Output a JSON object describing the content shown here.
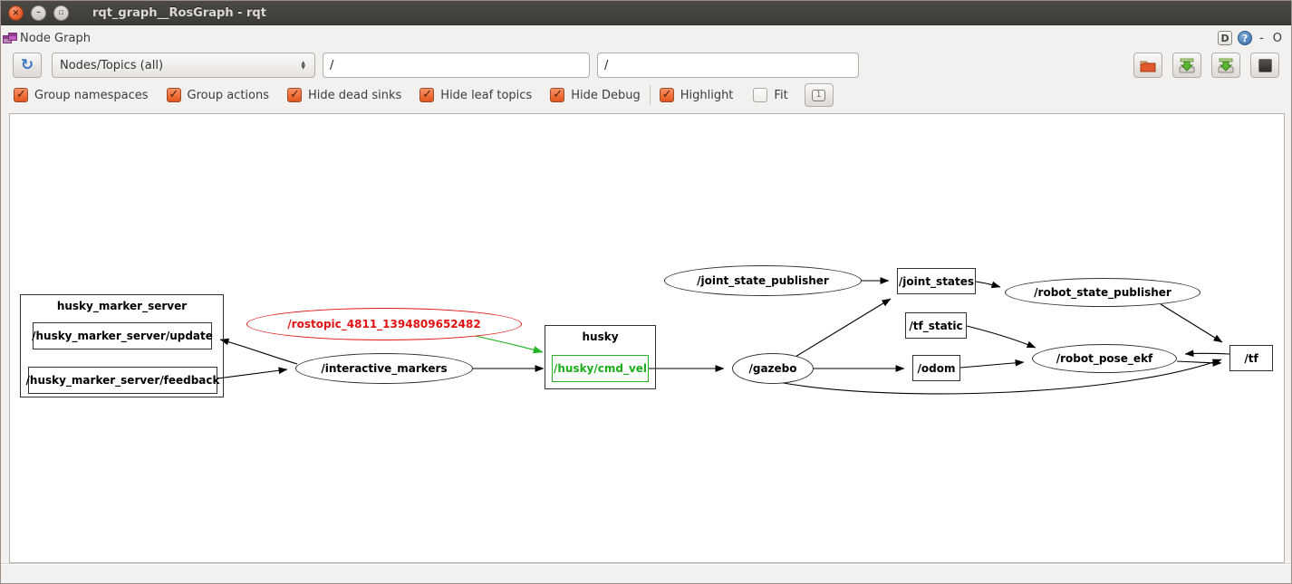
{
  "window": {
    "title": "rqt_graph__RosGraph - rqt"
  },
  "dock": {
    "title": "Node Graph",
    "buttons": {
      "dock": "D",
      "help": "?",
      "minimize": "-",
      "close": "O"
    }
  },
  "toolbar": {
    "graph_type_combo": "Nodes/Topics (all)",
    "filter1_value": "/",
    "filter2_value": "/",
    "zoom_button_label": "1"
  },
  "filters": {
    "checkboxes": [
      {
        "label": "Group namespaces",
        "checked": true
      },
      {
        "label": "Group actions",
        "checked": true
      },
      {
        "label": "Hide dead sinks",
        "checked": true
      },
      {
        "label": "Hide leaf topics",
        "checked": true
      },
      {
        "label": "Hide Debug",
        "checked": true
      }
    ],
    "highlight": {
      "label": "Highlight",
      "checked": true
    },
    "fit": {
      "label": "Fit",
      "checked": false
    }
  },
  "colors": {
    "accent_orange": "#ee6a33",
    "titlebar": "#3c3b37",
    "node_red": "#e01212",
    "node_green": "#23b323",
    "help_blue": "#3b6ea8"
  },
  "graph": {
    "groups": [
      {
        "id": "husky_marker_server",
        "label": "husky_marker_server"
      },
      {
        "id": "husky",
        "label": "husky"
      }
    ],
    "nodes": [
      {
        "label": "/husky_marker_server/update",
        "shape": "box",
        "color": "black"
      },
      {
        "label": "/husky_marker_server/feedback",
        "shape": "box",
        "color": "black"
      },
      {
        "label": "/interactive_markers",
        "shape": "ellipse",
        "color": "black"
      },
      {
        "label": "/rostopic_4811_1394809652482",
        "shape": "ellipse",
        "color": "red"
      },
      {
        "label": "/husky/cmd_vel",
        "shape": "box",
        "color": "green"
      },
      {
        "label": "/gazebo",
        "shape": "ellipse",
        "color": "black"
      },
      {
        "label": "/joint_state_publisher",
        "shape": "ellipse",
        "color": "black"
      },
      {
        "label": "/joint_states",
        "shape": "box",
        "color": "black"
      },
      {
        "label": "/robot_state_publisher",
        "shape": "ellipse",
        "color": "black"
      },
      {
        "label": "/tf_static",
        "shape": "box",
        "color": "black"
      },
      {
        "label": "/odom",
        "shape": "box",
        "color": "black"
      },
      {
        "label": "/robot_pose_ekf",
        "shape": "ellipse",
        "color": "black"
      },
      {
        "label": "/tf",
        "shape": "box",
        "color": "black"
      }
    ],
    "edges": [
      {
        "from": "/husky_marker_server/feedback",
        "to": "/interactive_markers",
        "color": "black"
      },
      {
        "from": "/interactive_markers",
        "to": "/husky_marker_server/update",
        "color": "black"
      },
      {
        "from": "/interactive_markers",
        "to": "/husky/cmd_vel",
        "color": "black"
      },
      {
        "from": "/rostopic_4811_1394809652482",
        "to": "/husky/cmd_vel",
        "color": "green"
      },
      {
        "from": "/husky/cmd_vel",
        "to": "/gazebo",
        "color": "black"
      },
      {
        "from": "/gazebo",
        "to": "/joint_states",
        "color": "black"
      },
      {
        "from": "/joint_state_publisher",
        "to": "/joint_states",
        "color": "black"
      },
      {
        "from": "/joint_states",
        "to": "/robot_state_publisher",
        "color": "black"
      },
      {
        "from": "/robot_state_publisher",
        "to": "/tf",
        "color": "black"
      },
      {
        "from": "/gazebo",
        "to": "/odom",
        "color": "black"
      },
      {
        "from": "/tf_static",
        "to": "/robot_pose_ekf",
        "color": "black"
      },
      {
        "from": "/odom",
        "to": "/robot_pose_ekf",
        "color": "black"
      },
      {
        "from": "/robot_pose_ekf",
        "to": "/tf",
        "color": "black"
      },
      {
        "from": "/tf",
        "to": "/robot_pose_ekf",
        "color": "black"
      },
      {
        "from": "/gazebo",
        "to": "/tf",
        "color": "black"
      }
    ]
  }
}
